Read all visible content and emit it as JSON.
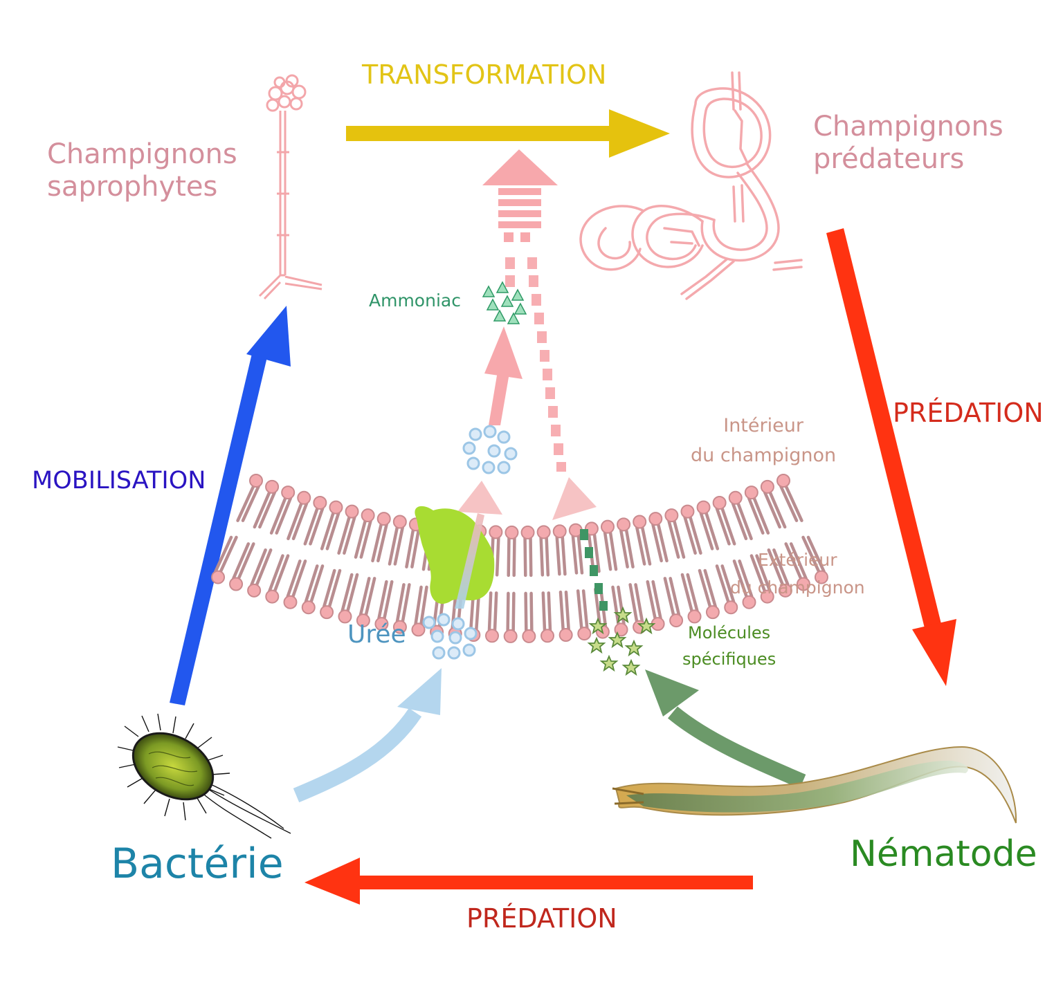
{
  "labels": {
    "saprophytes": [
      "Champignons",
      "saprophytes"
    ],
    "predateurs": [
      "Champignons",
      "prédateurs"
    ],
    "transformation": "TRANSFORMATION",
    "predation_right": "PRÉDATION",
    "predation_bottom": "PRÉDATION",
    "mobilisation": "MOBILISATION",
    "ammoniac": "Ammoniac",
    "interieur": [
      "Intérieur",
      "du champignon"
    ],
    "exterieur": [
      "Extérieur",
      "du champignon"
    ],
    "uree": "Urée",
    "molecules": [
      "Molécules",
      "spécifiques"
    ],
    "bacterie": "Bactérie",
    "nematode": "Nématode"
  },
  "colors": {
    "fungus_pink": "#f3a6aa",
    "transformation_yellow": "#e5c20e",
    "predation_red": "#ff3311",
    "mobilisation_blue": "#2257ee",
    "urea_blue": "#b4d6ee",
    "molecule_green": "#6c9a6a",
    "protein_green": "#a8dc32",
    "membrane_head": "#f3aaae",
    "membrane_tail": "#b88d90"
  },
  "icons": [
    "saprophyte-fungus-icon",
    "predator-fungus-icon",
    "bacterium-icon",
    "nematode-icon",
    "membrane-channel-protein-icon"
  ]
}
